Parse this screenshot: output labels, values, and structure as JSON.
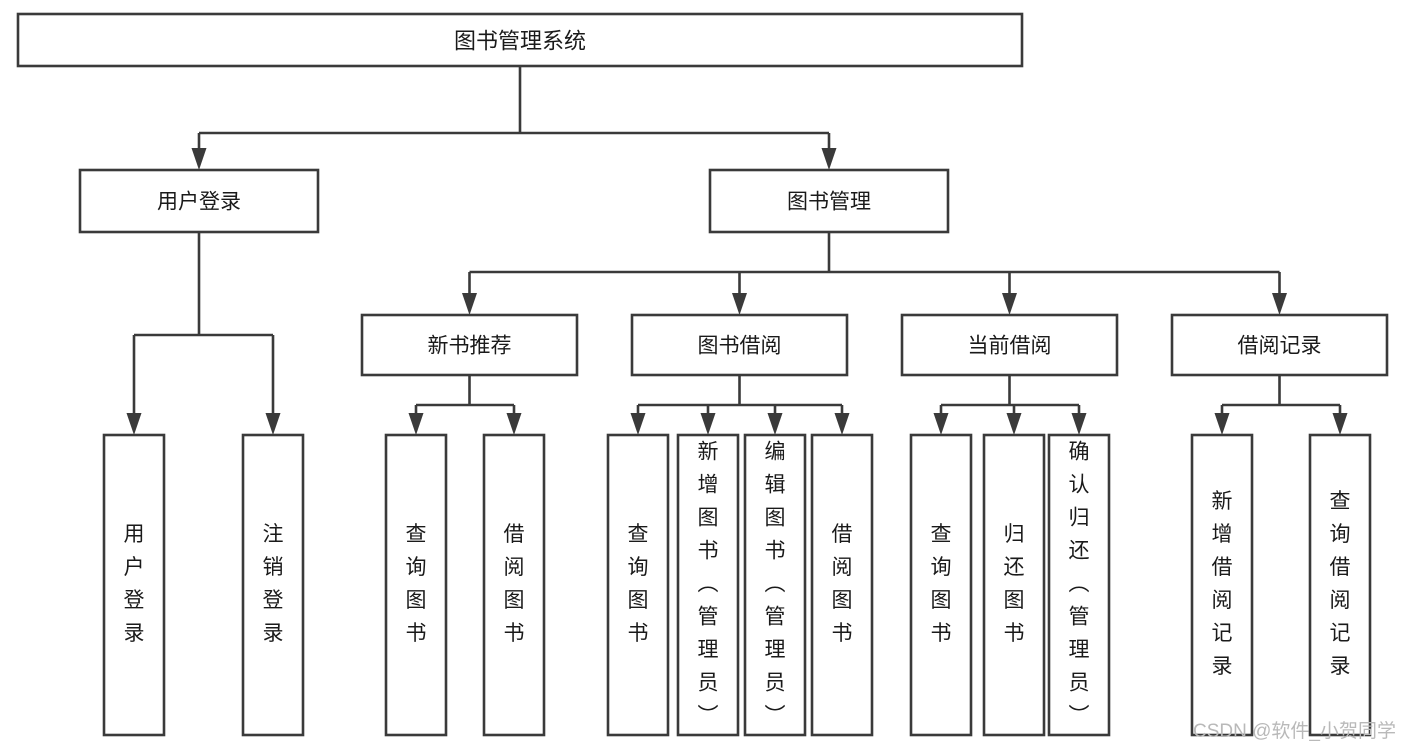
{
  "diagram": {
    "title": "图书管理系统",
    "type": "tree-hierarchy",
    "watermark": "CSDN @软件_小贺同学",
    "colors": {
      "stroke": "#3a3a3a",
      "fill": "#ffffff",
      "text": "#1a1a1a",
      "watermark": "#b9b9b9",
      "background": "#ffffff"
    },
    "root": {
      "label": "图书管理系统"
    },
    "level2": [
      {
        "label": "用户登录"
      },
      {
        "label": "图书管理"
      }
    ],
    "level3": [
      {
        "label": "新书推荐"
      },
      {
        "label": "图书借阅"
      },
      {
        "label": "当前借阅"
      },
      {
        "label": "借阅记录"
      }
    ],
    "leaves": {
      "user_login": [
        {
          "label": "用户登录"
        },
        {
          "label": "注销登录"
        }
      ],
      "new_book_recommend": [
        {
          "label": "查询图书"
        },
        {
          "label": "借阅图书"
        }
      ],
      "book_borrow": [
        {
          "label": "查询图书"
        },
        {
          "label": "新增图书（管理员）"
        },
        {
          "label": "编辑图书（管理员）"
        },
        {
          "label": "借阅图书"
        }
      ],
      "current_borrow": [
        {
          "label": "查询图书"
        },
        {
          "label": "归还图书"
        },
        {
          "label": "确认归还（管理员）"
        }
      ],
      "borrow_record": [
        {
          "label": "新增借阅记录"
        },
        {
          "label": "查询借阅记录"
        }
      ]
    }
  }
}
